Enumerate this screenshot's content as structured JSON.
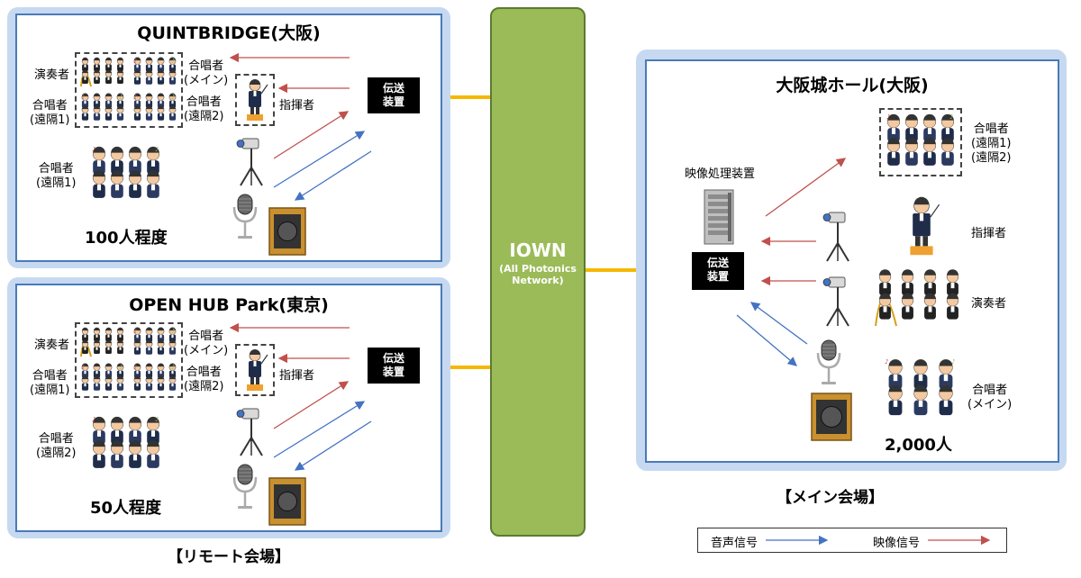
{
  "network": {
    "title": "IOWN",
    "subtitle_line1": "(All Photonics",
    "subtitle_line2": "Network)"
  },
  "venue_quintbridge": {
    "title": "QUINTBRIDGE(大阪)",
    "performers": "演奏者",
    "choir_remote_top": "合唱者",
    "choir_remote_top_sub": "(遠隔1)",
    "choir_main": "合唱者",
    "choir_main_sub": "(メイン)",
    "choir_remote2": "合唱者",
    "choir_remote2_sub": "(遠隔2)",
    "conductor": "指揮者",
    "device_line1": "伝送",
    "device_line2": "装置",
    "local_choir": "合唱者",
    "local_choir_sub": "(遠隔1)",
    "count": "100人程度"
  },
  "venue_openhub": {
    "title": "OPEN HUB Park(東京)",
    "performers": "演奏者",
    "choir_remote_top": "合唱者",
    "choir_remote_top_sub": "(遠隔1)",
    "choir_main": "合唱者",
    "choir_main_sub": "(メイン)",
    "choir_remote2": "合唱者",
    "choir_remote2_sub": "(遠隔2)",
    "conductor": "指揮者",
    "device_line1": "伝送",
    "device_line2": "装置",
    "local_choir": "合唱者",
    "local_choir_sub": "(遠隔2)",
    "count": "50人程度"
  },
  "remote_caption": "【リモート会場】",
  "venue_osaka_castle": {
    "title": "大阪城ホール(大阪)",
    "video_processor": "映像処理装置",
    "device_line1": "伝送",
    "device_line2": "装置",
    "remote_choir": "合唱者",
    "remote_choir_sub1": "(遠隔1)",
    "remote_choir_sub2": "(遠隔2)",
    "conductor": "指揮者",
    "performers": "演奏者",
    "main_choir": "合唱者",
    "main_choir_sub": "(メイン)",
    "count": "2,000人"
  },
  "main_caption": "【メイン会場】",
  "legend": {
    "audio_label": "音声信号",
    "video_label": "映像信号",
    "audio_color": "#4472c4",
    "video_color": "#c0504d"
  },
  "icons": [
    "choir-icon",
    "conductor-icon",
    "camera-icon",
    "microphone-icon",
    "speaker-icon",
    "server-icon",
    "orchestra-icon"
  ]
}
